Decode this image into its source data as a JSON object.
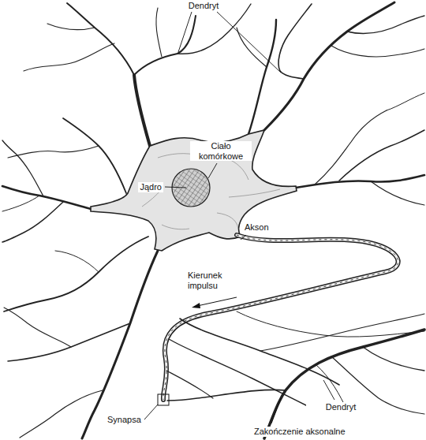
{
  "diagram": {
    "labels": [
      "Dendryt",
      "Ciało komórkowe",
      "Jądro",
      "Akson",
      "Kierunek impulsu",
      "Synapsa",
      "Zakończenie aksonalne",
      "Dendryt"
    ]
  }
}
